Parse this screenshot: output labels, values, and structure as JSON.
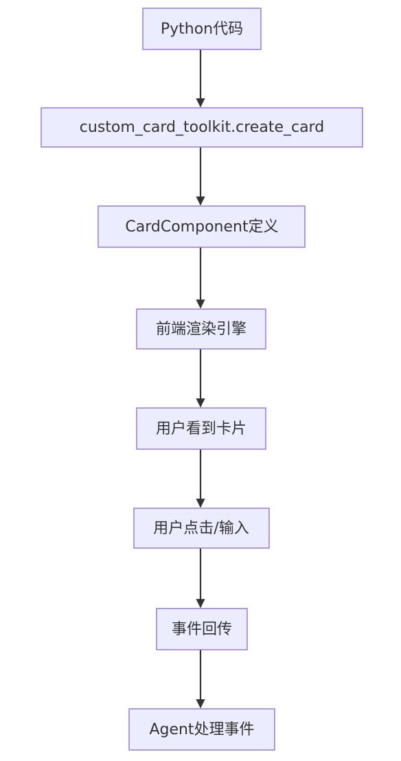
{
  "diagram": {
    "type": "flowchart",
    "direction": "top-to-bottom",
    "nodes": [
      {
        "id": "python-code",
        "label": "Python代码"
      },
      {
        "id": "create-card",
        "label": "custom_card_toolkit.create_card"
      },
      {
        "id": "card-component",
        "label": "CardComponent定义"
      },
      {
        "id": "render-engine",
        "label": "前端渲染引擎"
      },
      {
        "id": "user-sees-card",
        "label": "用户看到卡片"
      },
      {
        "id": "user-input",
        "label": "用户点击/输入"
      },
      {
        "id": "event-callback",
        "label": "事件回传"
      },
      {
        "id": "agent-handles",
        "label": "Agent处理事件"
      }
    ],
    "edges": [
      {
        "from": "python-code",
        "to": "create-card"
      },
      {
        "from": "create-card",
        "to": "card-component"
      },
      {
        "from": "card-component",
        "to": "render-engine"
      },
      {
        "from": "render-engine",
        "to": "user-sees-card"
      },
      {
        "from": "user-sees-card",
        "to": "user-input"
      },
      {
        "from": "user-input",
        "to": "event-callback"
      },
      {
        "from": "event-callback",
        "to": "agent-handles"
      }
    ],
    "colors": {
      "node_fill": "#ececff",
      "node_border": "#9370db",
      "text": "#333333",
      "edge": "#333333",
      "background": "#ffffff"
    }
  }
}
